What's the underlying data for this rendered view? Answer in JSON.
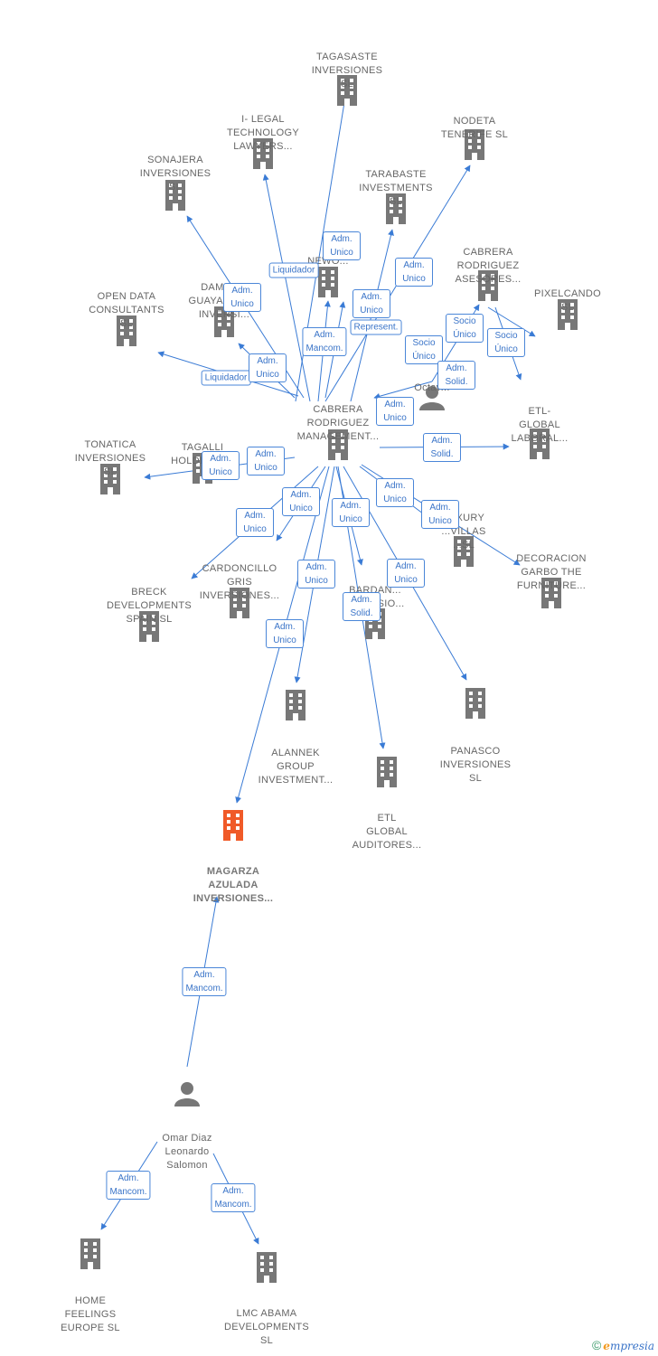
{
  "colors": {
    "edge": "#3a7bd5",
    "building": "#777777",
    "building_focus": "#f05a28",
    "person": "#777777"
  },
  "nodes": [
    {
      "id": "tagasaste",
      "label": "TAGASASTE\nINVERSIONES\nSL",
      "type": "company"
    },
    {
      "id": "ilegal",
      "label": "I- LEGAL\nTECHNOLOGY\nLAWYERS...",
      "type": "company"
    },
    {
      "id": "nodeta",
      "label": "NODETA\nTENERIFE  SL",
      "type": "company"
    },
    {
      "id": "sonajera",
      "label": "SONAJERA\nINVERSIONES\nSL",
      "type": "company"
    },
    {
      "id": "tarabaste",
      "label": "TARABASTE\nINVESTMENTS\nSL",
      "type": "company"
    },
    {
      "id": "newo",
      "label": "NEWO...",
      "type": "company"
    },
    {
      "id": "cabrera_asesores",
      "label": "CABRERA\nRODRIGUEZ\nASESORES...",
      "type": "company"
    },
    {
      "id": "opendata",
      "label": "OPEN DATA\nCONSULTANTS\nSL",
      "type": "company"
    },
    {
      "id": "dama",
      "label": "DAMA DE\nGUAYADEQUE\nINVERSI...",
      "type": "company"
    },
    {
      "id": "pixelcando",
      "label": "PIXELCANDO\nSL",
      "type": "company"
    },
    {
      "id": "octavio",
      "label": "Octav...",
      "type": "person"
    },
    {
      "id": "cabrera_mgmt",
      "label": "CABRERA\nRODRIGUEZ\nMANAGEMENT...",
      "type": "company"
    },
    {
      "id": "etl_laboral",
      "label": "ETL-\nGLOBAL\nLABORAL...",
      "type": "company"
    },
    {
      "id": "tonatica",
      "label": "TONATICA\nINVERSIONES\nSL",
      "type": "company"
    },
    {
      "id": "tagalli",
      "label": "TAGALLI\nHOLDING  SL",
      "type": "company"
    },
    {
      "id": "luxury",
      "label": "LUXURY\n...VILLAS\n...SL",
      "type": "company"
    },
    {
      "id": "decoracion",
      "label": "DECORACION\nGARBO THE\nFURNITURE...",
      "type": "company"
    },
    {
      "id": "cardoncillo",
      "label": "CARDONCILLO\nGRIS\nINVERSIONES...",
      "type": "company"
    },
    {
      "id": "breck",
      "label": "BRECK\nDEVELOPMENTS\nSPAIN  SL",
      "type": "company"
    },
    {
      "id": "bardan",
      "label": "BARDAN...\nINVERSIO...",
      "type": "company"
    },
    {
      "id": "alannek",
      "label": "ALANNEK\nGROUP\nINVESTMENT...",
      "type": "company"
    },
    {
      "id": "panasco",
      "label": "PANASCO\nINVERSIONES\nSL",
      "type": "company"
    },
    {
      "id": "etl_auditores",
      "label": "ETL\nGLOBAL\nAUDITORES...",
      "type": "company"
    },
    {
      "id": "magarza",
      "label": "MAGARZA\nAZULADA\nINVERSIONES...",
      "type": "focus"
    },
    {
      "id": "omar",
      "label": "Omar Diaz\nLeonardo\nSalomon",
      "type": "person"
    },
    {
      "id": "home",
      "label": "HOME\nFEELINGS\nEUROPE  SL",
      "type": "company"
    },
    {
      "id": "lmc",
      "label": "LMC ABAMA\nDEVELOPMENTS\nSL",
      "type": "company"
    }
  ],
  "edge_labels": [
    "Adm.\nUnico",
    "Liquidador",
    "Adm.\nUnico",
    "Adm.\nUnico",
    "Adm.\nUnico",
    "Represent.",
    "Adm.\nMancom.",
    "Socio\nÚnico",
    "Socio\nÚnico",
    "Socio\nÚnico",
    "Adm.\nSolid.",
    "Liquidador",
    "Adm.\nUnico",
    "Adm.\nUnico",
    "Adm.\nUnico",
    "Adm.\nUnico",
    "Adm.\nSolid.",
    "Adm.\nUnico",
    "Adm.\nUnico",
    "Adm.\nUnico",
    "Adm.\nUnico",
    "Adm.\nUnico",
    "Adm.\nUnico",
    "Adm.\nUnico",
    "Adm.\nSolid.",
    "Adm.\nUnico",
    "Adm.\nMancom.",
    "Adm.\nMancom.",
    "Adm.\nSolid.",
    "Adm.\nMancom."
  ],
  "footer": {
    "copyright": "©",
    "brand_e": "e",
    "brand_rest": "mpresia"
  }
}
